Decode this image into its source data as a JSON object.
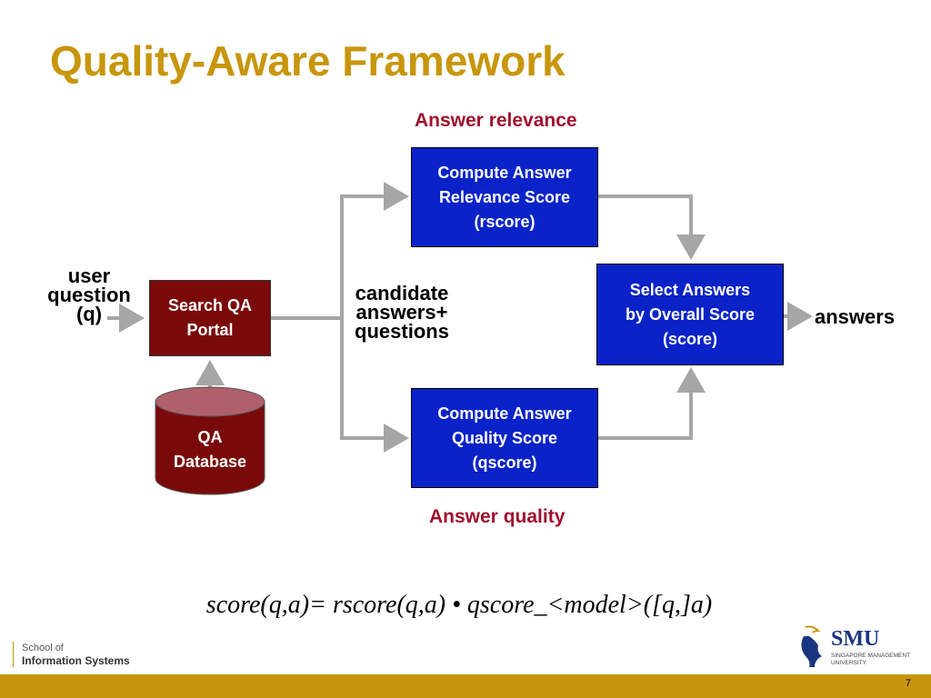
{
  "title": "Quality-Aware Framework",
  "labels": {
    "answer_relevance": "Answer relevance",
    "answer_quality": "Answer quality",
    "user_question": [
      "user",
      "question",
      "(q)"
    ],
    "candidate": [
      "candidate",
      "answers+",
      "questions"
    ],
    "answers_out": "answers"
  },
  "boxes": {
    "search_portal": [
      "Search QA",
      "Portal"
    ],
    "qa_database": [
      "QA",
      "Database"
    ],
    "relevance": [
      "Compute Answer",
      "Relevance Score",
      "(rscore)"
    ],
    "quality": [
      "Compute Answer",
      "Quality Score",
      "(qscore)"
    ],
    "select": [
      "Select Answers",
      "by Overall Score",
      "(score)"
    ]
  },
  "formula": "score(q,a)= rscore(q,a) • qscore_<model>([q,]a)",
  "footer": {
    "school_line1": "School of",
    "school_line2": "Information Systems",
    "logo_text": "SMU",
    "logo_sub1": "SINGAPORE MANAGEMENT",
    "logo_sub2": "UNIVERSITY",
    "page_number": "7"
  },
  "colors": {
    "title": "#c8960c",
    "blue_box": "#0a23c8",
    "maroon_box": "#7a0a0a",
    "db_top": "#b0606a",
    "arrow": "#a6a6a6",
    "red_label": "#a0102e",
    "footer_bar": "#c8960c"
  }
}
